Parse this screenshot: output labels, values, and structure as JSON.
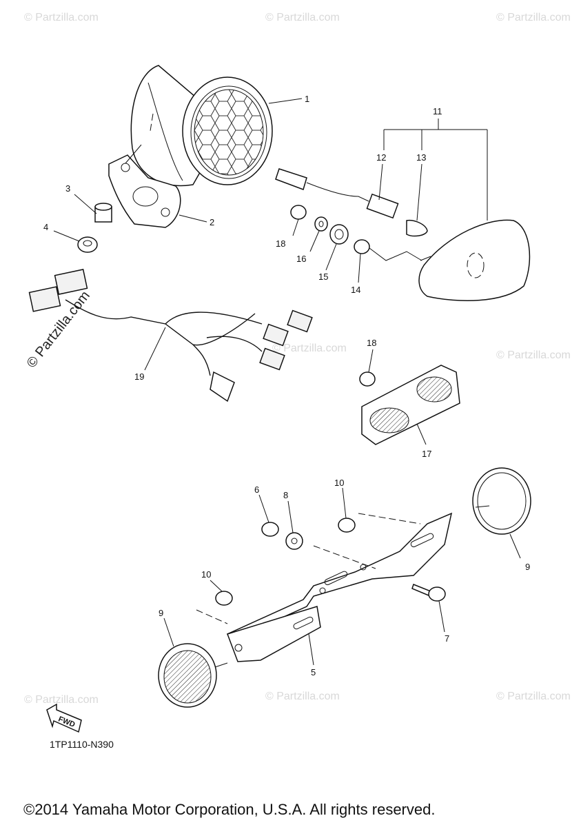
{
  "watermark": "© Partzilla.com",
  "diagram_code": "1TP1110-N390",
  "copyright": "©2014 Yamaha Motor Corporation, U.S.A. All rights reserved.",
  "fwd_label": "FWD",
  "callouts": {
    "c1": "1",
    "c2": "2",
    "c3": "3",
    "c4": "4",
    "c5": "5",
    "c6": "6",
    "c7": "7",
    "c8": "8",
    "c9a": "9",
    "c9b": "9",
    "c10a": "10",
    "c10b": "10",
    "c11": "11",
    "c12": "12",
    "c13": "13",
    "c14": "14",
    "c15": "15",
    "c16": "16",
    "c17": "17",
    "c18a": "18",
    "c18b": "18",
    "c19": "19"
  }
}
